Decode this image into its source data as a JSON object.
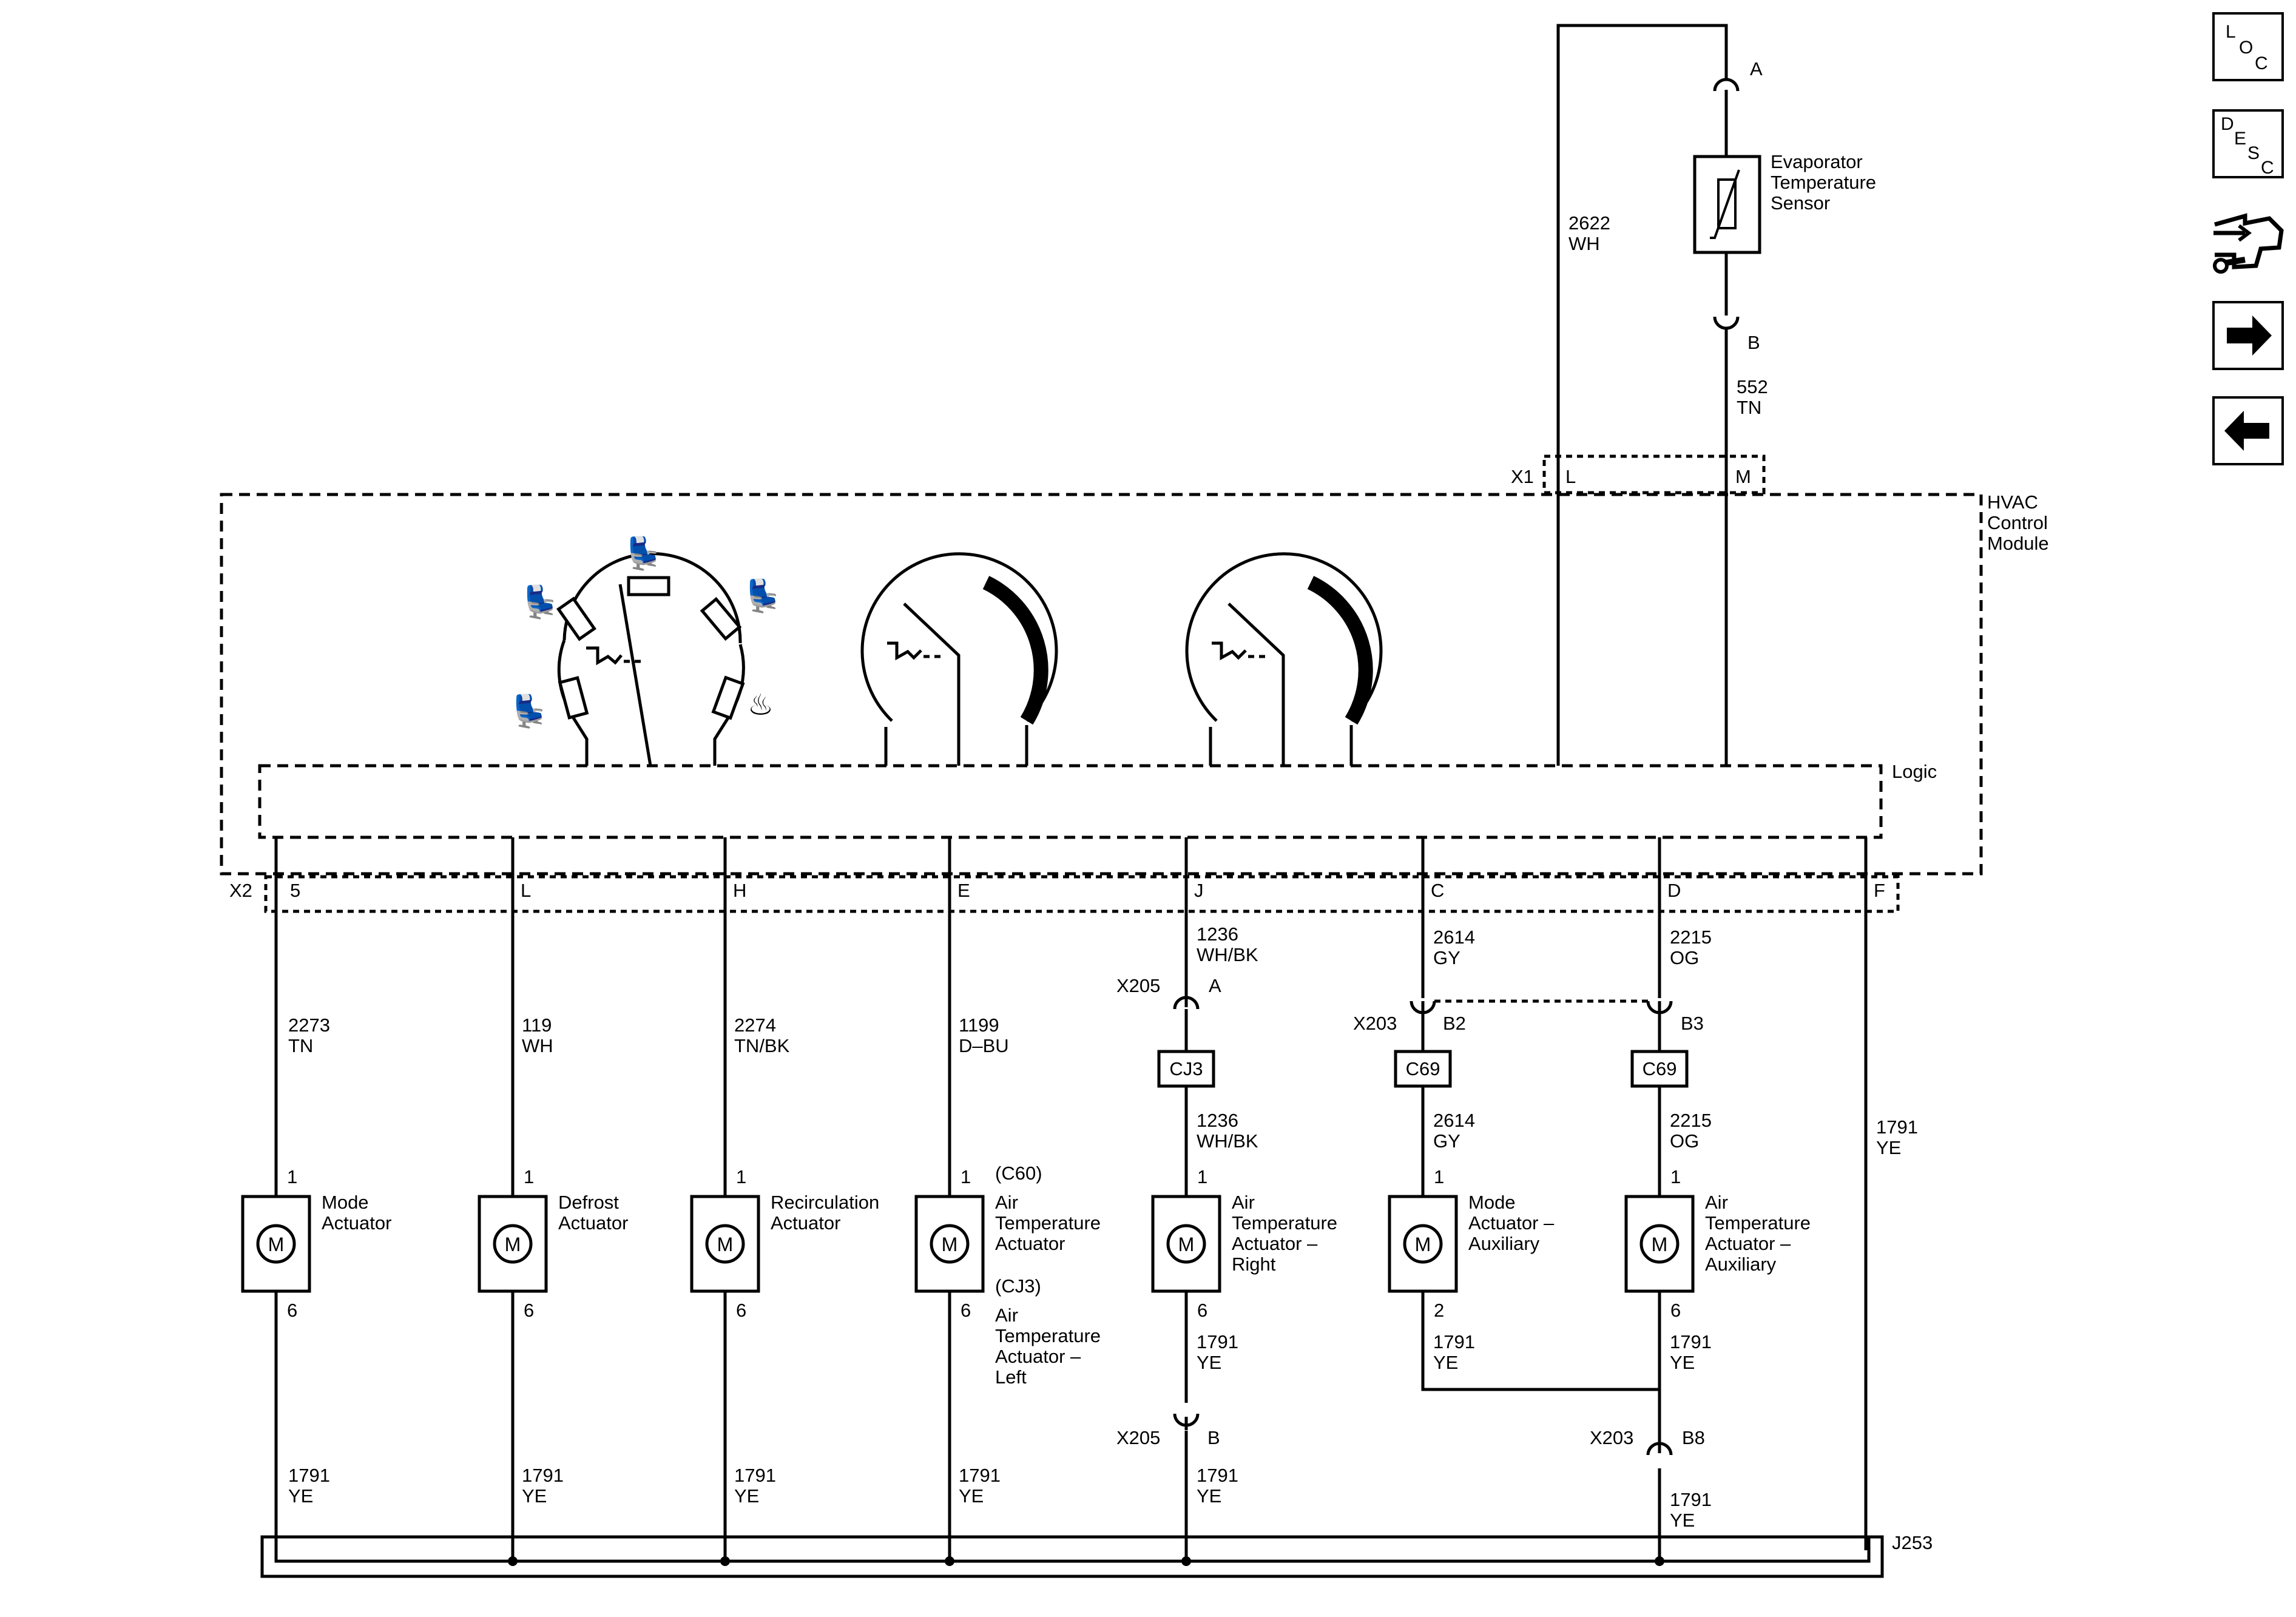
{
  "module": {
    "name_lines": [
      "HVAC",
      "Control",
      "Module"
    ],
    "logic": "Logic"
  },
  "connectors": {
    "x1": "X1",
    "x2": "X2",
    "x205_top": "X205",
    "x205_bot": "X205",
    "x203_top": "X203",
    "x203_bot": "X203",
    "j253": "J253"
  },
  "sensor": {
    "name_lines": [
      "Evaporator",
      "Temperature",
      "Sensor"
    ],
    "pin_a": "A",
    "pin_b": "B",
    "wire_top": [
      "2622",
      "WH"
    ],
    "wire_bot": [
      "552",
      "TN"
    ],
    "x1_pins": [
      "L",
      "M"
    ]
  },
  "x2_pins": [
    "5",
    "L",
    "H",
    "E",
    "J",
    "C",
    "D",
    "F"
  ],
  "wires": {
    "w2273": [
      "2273",
      "TN"
    ],
    "w119": [
      "119",
      "WH"
    ],
    "w2274": [
      "2274",
      "TN/BK"
    ],
    "w1199": [
      "1199",
      "D–BU"
    ],
    "w1236a": [
      "1236",
      "WH/BK"
    ],
    "w1236b": [
      "1236",
      "WH/BK"
    ],
    "w2614a": [
      "2614",
      "GY"
    ],
    "w2614b": [
      "2614",
      "GY"
    ],
    "w2215a": [
      "2215",
      "OG"
    ],
    "w2215b": [
      "2215",
      "OG"
    ],
    "w1791f": [
      "1791",
      "YE"
    ],
    "g1": [
      "1791",
      "YE"
    ],
    "g2": [
      "1791",
      "YE"
    ],
    "g3": [
      "1791",
      "YE"
    ],
    "g4": [
      "1791",
      "YE"
    ],
    "g5a": [
      "1791",
      "YE"
    ],
    "g5b": [
      "1791",
      "YE"
    ],
    "g6": [
      "1791",
      "YE"
    ],
    "g7a": [
      "1791",
      "YE"
    ],
    "g7b": [
      "1791",
      "YE"
    ]
  },
  "inline": {
    "x205_a": "A",
    "x205_b": "B",
    "x203_b2": "B2",
    "x203_b3": "B3",
    "x203_b8": "B8",
    "cj3": "CJ3",
    "c69a": "C69",
    "c69b": "C69"
  },
  "motors": [
    {
      "letter": "M",
      "pin_top": "1",
      "pin_bot": "6",
      "name_lines": [
        "Mode",
        "Actuator"
      ]
    },
    {
      "letter": "M",
      "pin_top": "1",
      "pin_bot": "6",
      "name_lines": [
        "Defrost",
        "Actuator"
      ]
    },
    {
      "letter": "M",
      "pin_top": "1",
      "pin_bot": "6",
      "name_lines": [
        "Recirculation",
        "Actuator"
      ]
    },
    {
      "letter": "M",
      "pin_top": "1",
      "pin_bot": "6",
      "name_lines": [
        "Air",
        "Temperature",
        "Actuator"
      ],
      "top_tag": "(C60)",
      "bot_tag": "(CJ3)",
      "bot_lines": [
        "Air",
        "Temperature",
        "Actuator –",
        "Left"
      ]
    },
    {
      "letter": "M",
      "pin_top": "1",
      "pin_bot": "6",
      "name_lines": [
        "Air",
        "Temperature",
        "Actuator –",
        "Right"
      ]
    },
    {
      "letter": "M",
      "pin_top": "1",
      "pin_bot": "2",
      "name_lines": [
        "Mode",
        "Actuator –",
        "Auxiliary"
      ]
    },
    {
      "letter": "M",
      "pin_top": "1",
      "pin_bot": "6",
      "name_lines": [
        "Air",
        "Temperature",
        "Actuator –",
        "Auxiliary"
      ]
    }
  ],
  "nav": {
    "loc_letters": [
      "L",
      "O",
      "C"
    ],
    "desc_letters": [
      "D",
      "E",
      "S",
      "C"
    ]
  }
}
